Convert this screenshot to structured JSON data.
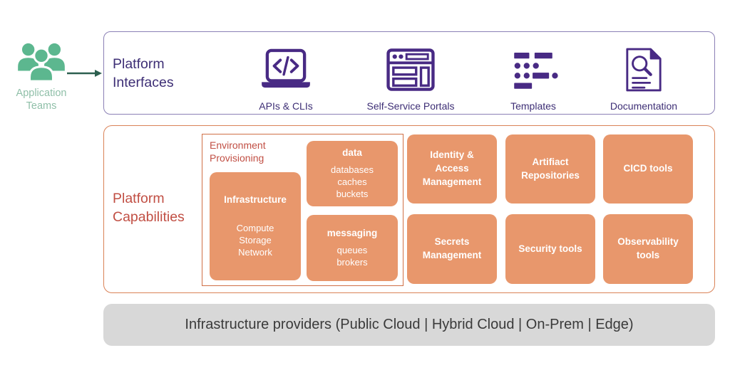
{
  "colors": {
    "icon_purple": "#482A84",
    "interface_heading_purple": "#3D2E75",
    "interface_border_purple": "#8B80B5",
    "capabilities_border_orange": "#DA8257",
    "env_border_orange": "#D06F45",
    "capability_box_fill_orange": "#E8976C",
    "capability_text_red": "#C14F44",
    "arrow_teal": "#2C5F4F",
    "team_icon_green": "#5CB78F",
    "team_label_green": "#8FBFA8",
    "providers_bar_gray": "#D8D8D8",
    "providers_text_gray": "#3A3A3A"
  },
  "application_teams": {
    "label": "Application Teams"
  },
  "platform_interfaces": {
    "title": "Platform Interfaces",
    "items": [
      {
        "label": "APIs & CLIs",
        "icon": "laptop-code-icon"
      },
      {
        "label": "Self-Service Portals",
        "icon": "browser-window-icon"
      },
      {
        "label": "Templates",
        "icon": "template-pattern-icon"
      },
      {
        "label": "Documentation",
        "icon": "document-search-icon"
      }
    ]
  },
  "platform_capabilities": {
    "title": "Platform Capabilities",
    "environment_provisioning": {
      "title": "Environment Provisioning",
      "infrastructure": {
        "title": "Infrastructure",
        "items": "Compute\nStorage\nNetwork"
      },
      "data": {
        "title": "data",
        "items": "databases\ncaches\nbuckets"
      },
      "messaging": {
        "title": "messaging",
        "items": "queues\nbrokers"
      }
    },
    "boxes": [
      {
        "label": "Identity & Access Management"
      },
      {
        "label": "Artifiact Repositories"
      },
      {
        "label": "CICD tools"
      },
      {
        "label": "Secrets Management"
      },
      {
        "label": "Security tools"
      },
      {
        "label": "Observability tools"
      }
    ]
  },
  "infrastructure_providers": {
    "label": "Infrastructure providers (Public Cloud | Hybrid Cloud | On-Prem | Edge)"
  }
}
